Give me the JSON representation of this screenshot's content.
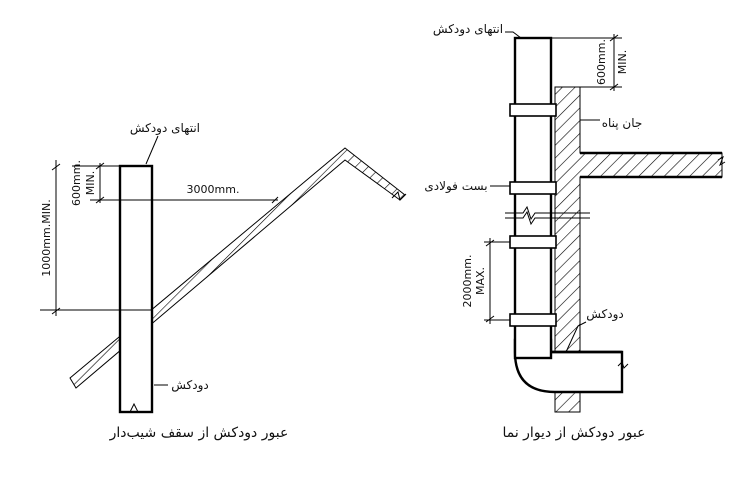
{
  "left_detail": {
    "chimney_top_label": "انتهای دودکش",
    "dim_600": "600mm.",
    "dim_min": "MIN.",
    "dim_1000": "1000mm.MIN.",
    "dim_3000": "3000mm.",
    "chimney_label": "دودکش",
    "caption": "عبور دودکش از سقف شیب‌دار"
  },
  "right_detail": {
    "chimney_top_label": "انتهای دودکش",
    "dim_600": "600mm.",
    "dim_min": "MIN.",
    "parapet_label": "جان پناه",
    "steel_strap_label": "بست فولادی",
    "dim_2000": "2000mm.",
    "dim_max": "MAX.",
    "chimney_label": "دودکش",
    "caption": "عبور دودکش از دیوار نما"
  }
}
